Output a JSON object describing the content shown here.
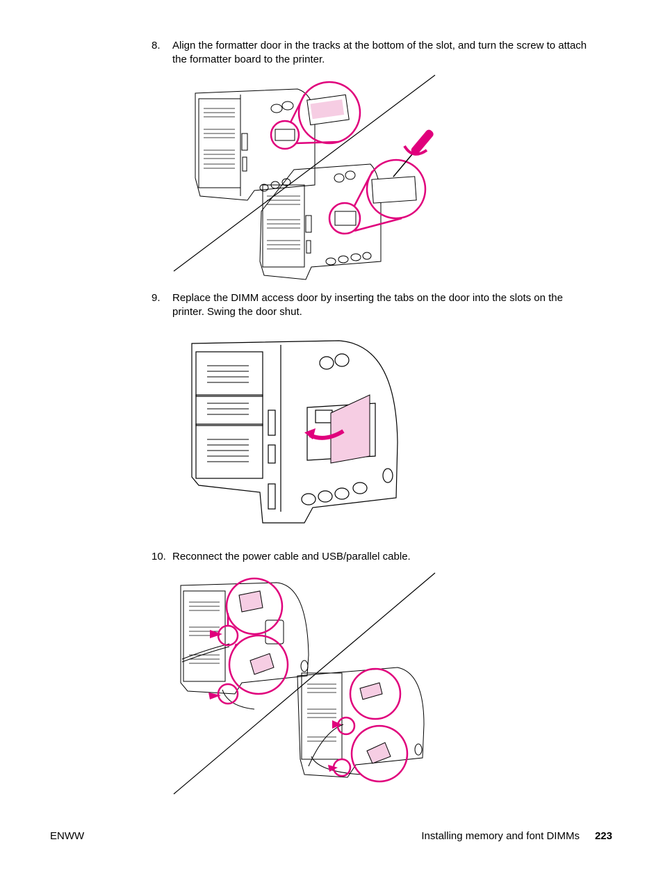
{
  "steps": [
    {
      "number": "8.",
      "text": "Align the formatter door in the tracks at the bottom of the slot, and turn the screw to attach the formatter board to the printer."
    },
    {
      "number": "9.",
      "text": "Replace the DIMM access door by inserting the tabs on the door into the slots on the printer. Swing the door shut."
    },
    {
      "number": "10.",
      "text": "Reconnect the power cable and USB/parallel cable."
    }
  ],
  "footer": {
    "left": "ENWW",
    "section": "Installing memory and font DIMMs",
    "page": "223"
  },
  "colors": {
    "accent": "#e0007c",
    "accent_fill": "#f6cde3",
    "line": "#000000"
  }
}
